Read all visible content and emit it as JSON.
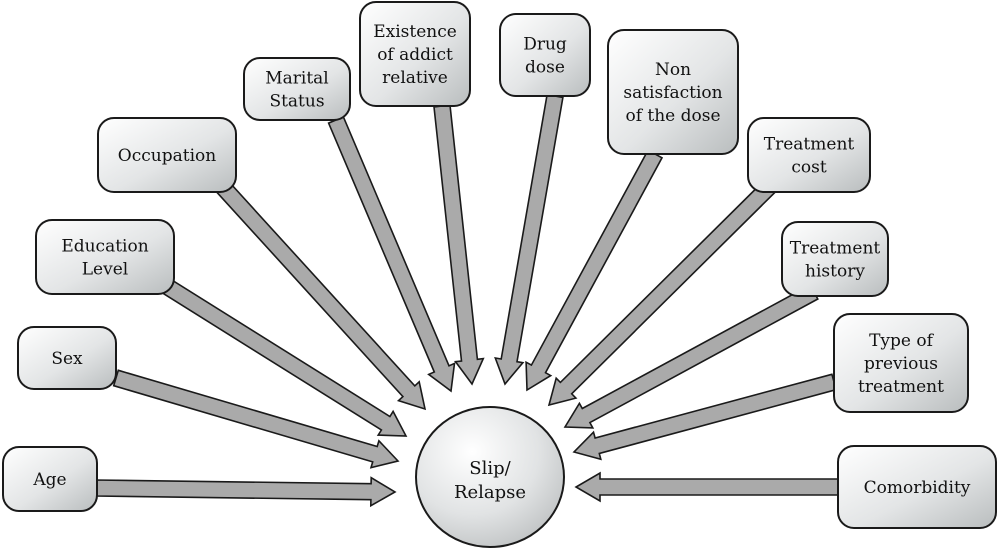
{
  "center": {
    "label_lines": [
      "Slip/",
      "Relapse"
    ]
  },
  "factors": [
    {
      "id": "age",
      "lines": [
        "Age"
      ]
    },
    {
      "id": "sex",
      "lines": [
        "Sex"
      ]
    },
    {
      "id": "education",
      "lines": [
        "Education",
        "Level"
      ]
    },
    {
      "id": "occupation",
      "lines": [
        "Occupation"
      ]
    },
    {
      "id": "marital",
      "lines": [
        "Marital",
        "Status"
      ]
    },
    {
      "id": "addict-relative",
      "lines": [
        "Existence",
        "of addict",
        "relative"
      ]
    },
    {
      "id": "drug-dose",
      "lines": [
        "Drug",
        "dose"
      ]
    },
    {
      "id": "non-satisfaction",
      "lines": [
        "Non",
        "satisfaction",
        "of the dose"
      ]
    },
    {
      "id": "treatment-cost",
      "lines": [
        "Treatment",
        "cost"
      ]
    },
    {
      "id": "treatment-history",
      "lines": [
        "Treatment",
        "history"
      ]
    },
    {
      "id": "previous-treatment",
      "lines": [
        "Type of",
        "previous",
        "treatment"
      ]
    },
    {
      "id": "comorbidity",
      "lines": [
        "Comorbidity"
      ]
    }
  ]
}
